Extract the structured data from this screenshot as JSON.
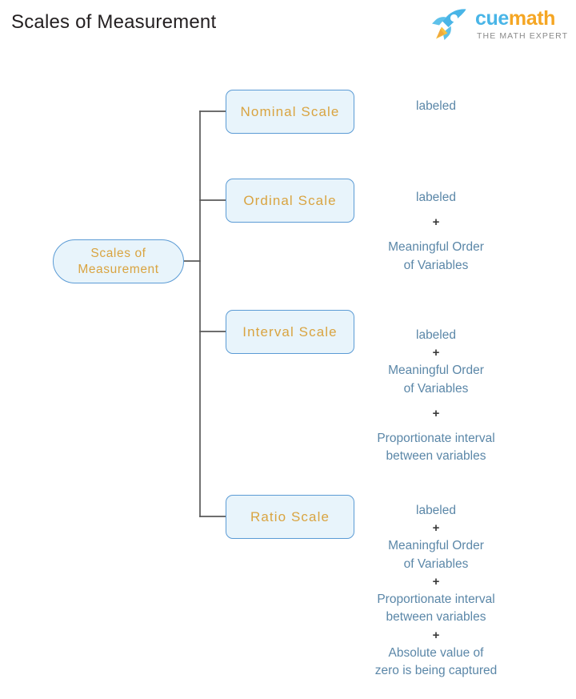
{
  "header": {
    "title": "Scales of Measurement",
    "brand": {
      "word_first": "cue",
      "word_second": "math",
      "tagline": "THE MATH EXPERT",
      "icon": "rocket-icon",
      "color_first": "#49b5e7",
      "color_second": "#f5a623"
    }
  },
  "colors": {
    "node_fill": "#e8f4fb",
    "node_border": "#5b9bd5",
    "node_text": "#d9a441",
    "desc_text": "#5b87a8",
    "plus_text": "#3a3a3a",
    "connector": "#595959",
    "title_text": "#231f20",
    "background": "#ffffff"
  },
  "chart_data": {
    "type": "diagram",
    "title": "Scales of Measurement",
    "layout": "horizontal tree, root at left, four leaf nodes stacked at right, description column to the far right",
    "root": {
      "label_line1": "Scales of",
      "label_line2": "Measurement"
    },
    "branches": [
      {
        "id": "nominal",
        "label": "Nominal  Scale",
        "properties": [
          "labeled"
        ]
      },
      {
        "id": "ordinal",
        "label": "Ordinal  Scale",
        "properties": [
          "labeled",
          "Meaningful Order",
          "of Variables"
        ]
      },
      {
        "id": "interval",
        "label": "Interval  Scale",
        "properties": [
          "labeled",
          "Meaningful Order",
          "of Variables",
          "Proportionate interval",
          "between variables"
        ]
      },
      {
        "id": "ratio",
        "label": "Ratio  Scale",
        "properties": [
          "labeled",
          "Meaningful Order",
          "of Variables",
          "Proportionate interval",
          "between variables",
          "Absolute value of",
          "zero is being captured"
        ]
      }
    ],
    "separator": "+"
  },
  "nodes": {
    "root_line1": "Scales of",
    "root_line2": "Measurement",
    "nominal": "Nominal  Scale",
    "ordinal": "Ordinal  Scale",
    "interval": "Interval  Scale",
    "ratio": "Ratio  Scale"
  },
  "descriptions": {
    "nominal": {
      "l1": "labeled"
    },
    "ordinal": {
      "l1": "labeled",
      "p1": "+",
      "l2": "Meaningful Order",
      "l3": "of Variables"
    },
    "interval": {
      "l1": "labeled",
      "p1": "+",
      "l2": "Meaningful Order",
      "l3": "of Variables",
      "p2": "+",
      "l4": "Proportionate interval",
      "l5": "between variables"
    },
    "ratio": {
      "l1": "labeled",
      "p1": "+",
      "l2": "Meaningful Order",
      "l3": "of Variables",
      "p2": "+",
      "l4": "Proportionate interval",
      "l5": "between variables",
      "p3": "+",
      "l6": "Absolute value of",
      "l7": "zero is being captured"
    }
  }
}
